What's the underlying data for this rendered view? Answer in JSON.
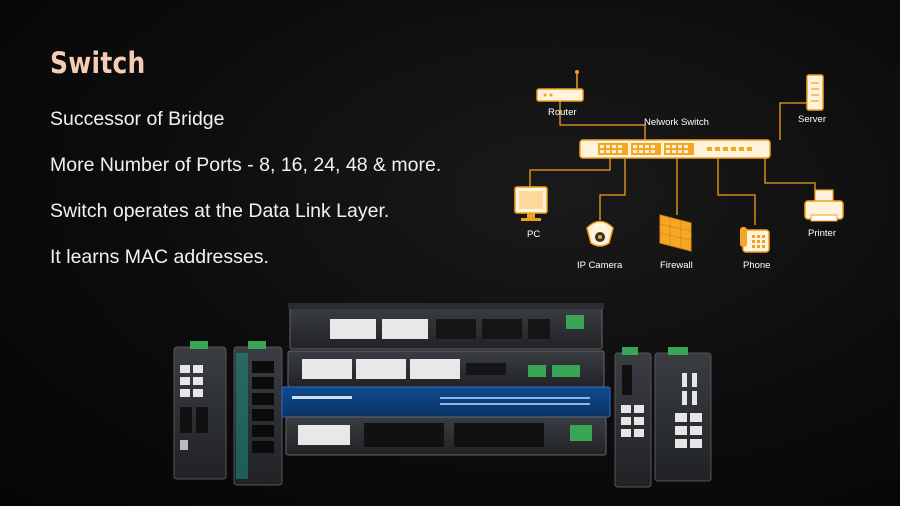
{
  "slide": {
    "title": "Switch",
    "bullets": [
      "Successor of Bridge",
      "More Number of Ports - 8, 16, 24, 48 & more.",
      "Switch operates at the Data Link Layer.",
      "It learns MAC addresses."
    ]
  },
  "diagram": {
    "labels": {
      "router": "Router",
      "switch": "Nelwork Switch",
      "server": "Server",
      "pc": "PC",
      "ip_camera": "IP Camera",
      "firewall": "Firewall",
      "phone": "Phone",
      "printer": "Printer"
    },
    "colors": {
      "accent": "#f5a623",
      "line": "#f0a020"
    }
  },
  "photo": {
    "description_icon": "network-switches-photo"
  }
}
